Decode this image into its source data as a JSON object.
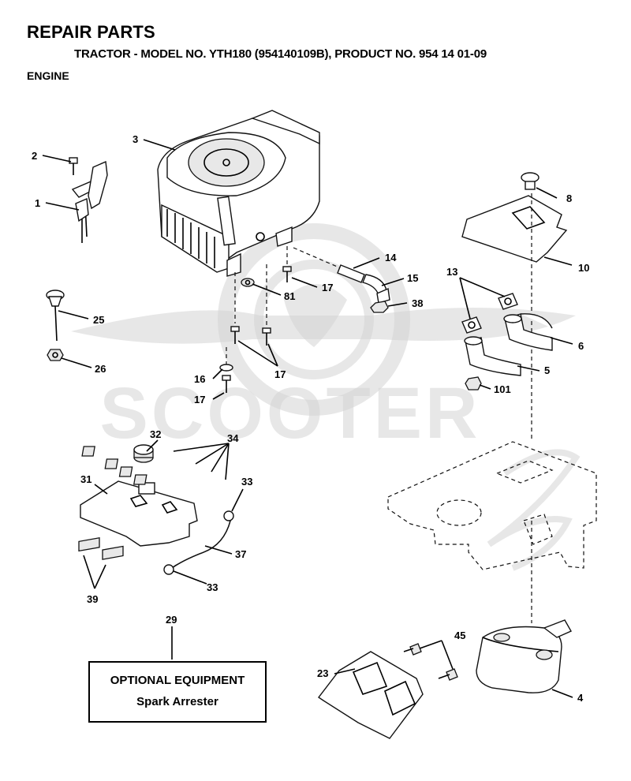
{
  "header": {
    "title": "REPAIR PARTS",
    "subtitle": "TRACTOR - MODEL NO. YTH180 (954140109B), PRODUCT NO. 954 14 01-09",
    "section": "ENGINE"
  },
  "watermark": {
    "text": "SCOOTER",
    "logo_icon": "scooter-wheel-logo-icon"
  },
  "optional_box": {
    "heading": "OPTIONAL EQUIPMENT",
    "item": "Spark Arrester"
  },
  "callouts": {
    "c1": "1",
    "c2": "2",
    "c3": "3",
    "c4": "4",
    "c5": "5",
    "c6": "6",
    "c8": "8",
    "c10": "10",
    "c13": "13",
    "c14": "14",
    "c15": "15",
    "c16": "16",
    "c17a": "17",
    "c17b": "17",
    "c17c": "17",
    "c23": "23",
    "c25": "25",
    "c26": "26",
    "c29": "29",
    "c31": "31",
    "c32": "32",
    "c33a": "33",
    "c33b": "33",
    "c34": "34",
    "c37": "37",
    "c38": "38",
    "c39": "39",
    "c45": "45",
    "c81": "81",
    "c101": "101"
  }
}
